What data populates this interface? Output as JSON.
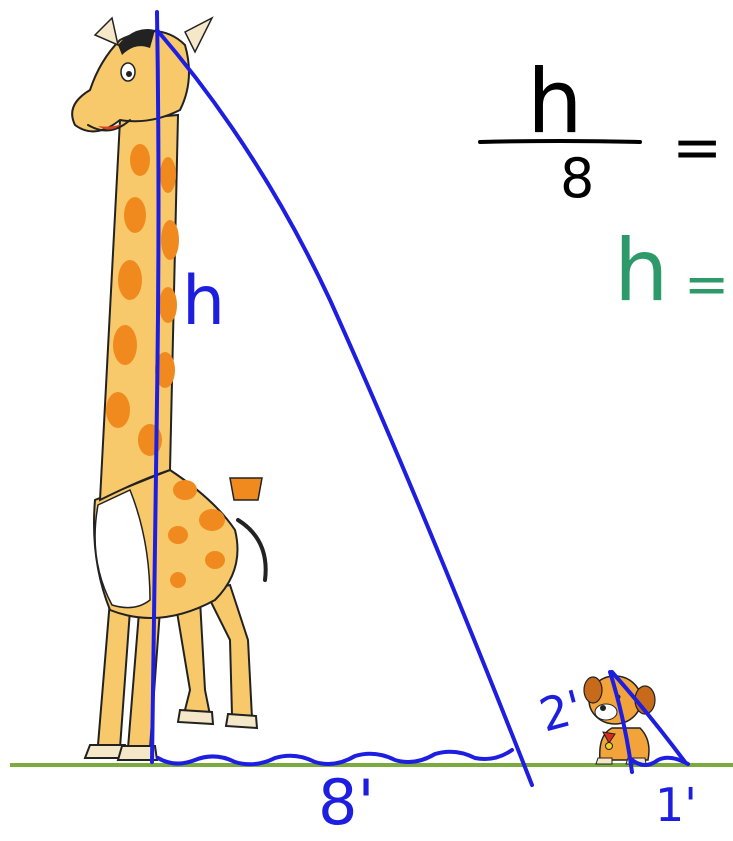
{
  "labels": {
    "giraffe_height": "h",
    "giraffe_shadow": "8'",
    "dog_height": "2'",
    "dog_shadow": "1'"
  },
  "equations": {
    "ratio_numerator": "h",
    "ratio_denominator": "8",
    "ratio_equals": "=",
    "solve_h": "h",
    "solve_equals": "="
  },
  "colors": {
    "ink_blue": "#1e1ee0",
    "ink_black": "#000000",
    "ink_green": "#2e9a6a",
    "ground": "#7bab3e",
    "giraffe_body": "#f7c96b",
    "giraffe_spots": "#f08a1e",
    "dog_body": "#f2a43a"
  }
}
